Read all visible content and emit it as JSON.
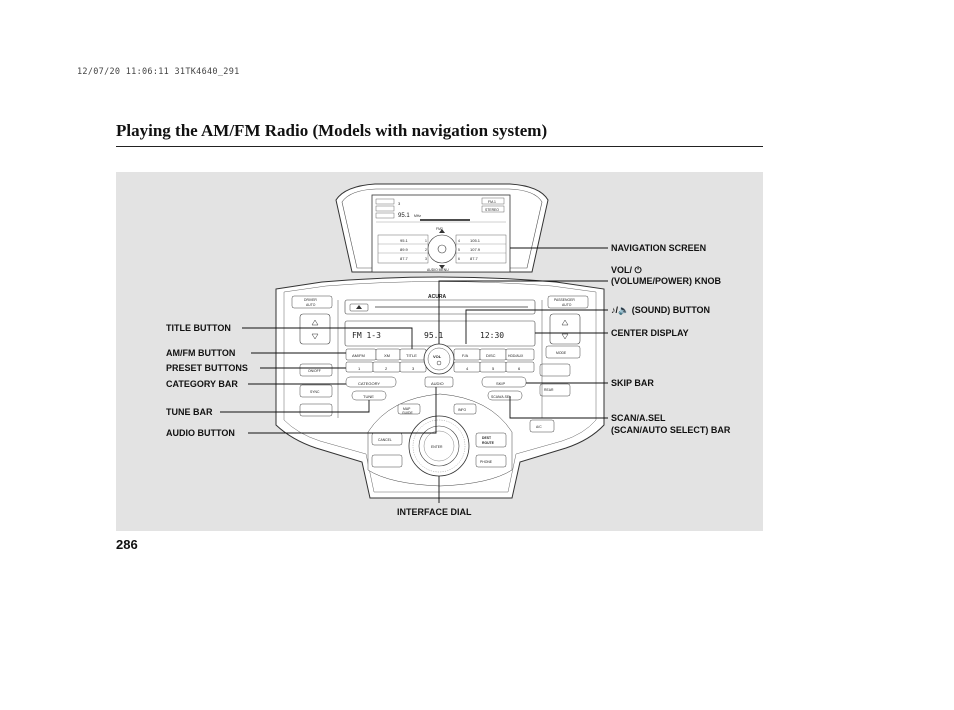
{
  "header_code": "12/07/20 11:06:11 31TK4640_291",
  "title": "Playing the AM/FM Radio (Models with navigation system)",
  "page_number": "286",
  "callouts": {
    "navigation_screen": "NAVIGATION SCREEN",
    "vol_line1": "VOL/ ⏻",
    "vol_line2": "(VOLUME/POWER) KNOB",
    "sound_button": "♪/🔈 (SOUND) BUTTON",
    "center_display": "CENTER DISPLAY",
    "skip_bar": "SKIP BAR",
    "scan_line1": "SCAN/A.SEL",
    "scan_line2": "(SCAN/AUTO SELECT) BAR",
    "title_button": "TITLE BUTTON",
    "amfm_button": "AM/FM BUTTON",
    "preset_buttons": "PRESET BUTTONS",
    "category_bar": "CATEGORY BAR",
    "tune_bar": "TUNE BAR",
    "audio_button": "AUDIO BUTTON",
    "interface_dial": "INTERFACE DIAL"
  },
  "device": {
    "nav": {
      "band_top": "FM-1",
      "stereo": "STEREO",
      "preset_no": "3",
      "freq": "95.1",
      "unit": "MHz",
      "band_center": "FM2",
      "audio_menu": "AUDIO MENU",
      "left_presets": [
        "95.1",
        "89.9",
        "87.7"
      ],
      "right_presets": [
        "105.1",
        "107.9",
        "87.7"
      ],
      "left_nums": [
        "1",
        "2",
        "3"
      ],
      "right_nums": [
        "4",
        "5",
        "6"
      ]
    },
    "brand": "ACURA",
    "lcd_band": "FM 1-3",
    "lcd_freq": "95.1",
    "lcd_clock": "12:30",
    "buttons": {
      "amfm": "AM/FM",
      "xm": "XM",
      "title": "TITLE",
      "fav": "F/A",
      "disc": "DISC",
      "hdd": "HDD/AUX",
      "presets": [
        "1",
        "2",
        "3",
        "4",
        "5",
        "6"
      ],
      "vol": "VOL",
      "category": "CATEGORY",
      "tune": "TUNE",
      "skip": "SKIP",
      "scan": "SCAN/A.SEL",
      "audio": "AUDIO",
      "map": "MAP",
      "guide": "GUIDE",
      "info": "INFO",
      "cancel": "CANCEL",
      "enter": "ENTER",
      "dest": "DEST",
      "route": "ROUTE",
      "phone": "PHONE",
      "driver_auto_top": "DRIVER",
      "driver_auto_bottom": "AUTO",
      "pass_auto_top": "PASSENGER",
      "pass_auto_bottom": "AUTO",
      "sync": "SYNC",
      "on_off": "ON/OFF",
      "mode": "MODE",
      "ac": "A/C",
      "rear": "REAR"
    }
  }
}
